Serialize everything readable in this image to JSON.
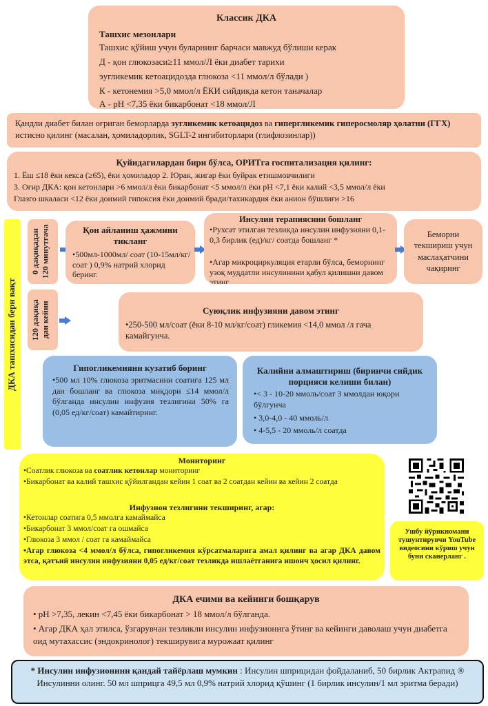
{
  "classic": {
    "title": "Классик ДКА",
    "criteria_head": "Ташхис мезонлари",
    "line1": "Ташхис қўйиш учун буларнинг барчаси мавжуд бўлиши керак",
    "line2": "Д - қон глюкозаси≥11 ммол/Л ёки диабет тарихи",
    "line3": "эугликемик кетоацидозда глюкоза <11 ммол/л бўлади )",
    "line4": "К - кетонемия >5,0 ммол/л ЁКИ сийдикда кетон таначалар",
    "line5": "А - рН <7,35 ёки бикарбонат <18 ммол/Л"
  },
  "exclude": {
    "text_a": "Қандли диабет билан оғриган беморларда ",
    "bold_a": "эугликемик кетоацидоз",
    "text_b": " ва ",
    "bold_b": "гипергликемик гиперосмоляр ҳолатни (ГГХ)",
    "text_c": " истисно қилинг (масалан, ҳомиладорлик, SGLT-2 ингибиторлари (глифлозинлар))"
  },
  "hospital": {
    "title": "Қуйидагилардан бири бўлса, ОРИТга госпитализация қилинг:",
    "l1": "1. Ёш ≤18 ёки кекса (≥65), ёки ҳомиладор 2. Юрак, жигар ёки буйрак етишмовчилиги",
    "l2": "3. Оғир ДКА: қон кетонлари >6 ммол/л ёки бикарбонат <5 ммол/л ёки рН <7,1 ёки калий <3,5 ммол/л ёки",
    "l3": "Глазго шкаласи <12 ёки доимий гипоксия ёки доимий бради/тахикардия ёки анион бўшлиғи >16"
  },
  "side_label": "ДКА ташхисидан бери вақт",
  "t1_label": "0 дақиқадан 120 минутгача",
  "t2_label": "120 дақиқа дан кейин",
  "fluid": {
    "title": "Қон айланиш ҳажмини тикланг",
    "body": "•500мл-1000мл/ соат (10-15мл/кг/ соат ) 0,9% натрий хлорид беринг."
  },
  "insulin": {
    "title": "Инсулин терапиясини бошланг",
    "b1": "•Рухсат этилган тезликда инсулин инфузияни 0,1-0,3 бирлик (ед)/кг/ соатда бошланг *",
    "b2": "•Агар микроциркуляция етарли бўлса, беморнинг узоқ муддатли инсулинини қабул қилишни давом этинг"
  },
  "senior": {
    "text": "Беморни текшириш учун маслаҳатчини чақиринг"
  },
  "continue": {
    "title": "Суюқлик инфузияни давом этинг",
    "body": "•250-500 мл/соат (ёки 8-10 мл/кг/соат) гликемия <14,0 ммол /л гача камайгунча."
  },
  "hypo": {
    "title": "Гипогликемияни кузатиб боринг",
    "body": "•500 мл 10% глюкоза эритмасини соатига 125 мл дан бошланг ва глюкоза миқдори ≤14 ммол/л бўлганда инсулин инфузия тезлигини 50% га (0,05 ед/кг/соат) камайтиринг."
  },
  "potassium": {
    "title": "Калийни алмаштириш (биринчи сийдик порцияси келиши билан)",
    "b1": "•< 3 - 10-20 ммоль/соат 3 ммолдан юқори бўлгунча",
    "b2": "• 3,0-4,0 - 40 ммоль/л",
    "b3": "• 4-5,5 - 20 ммоль/л соатда"
  },
  "monitor": {
    "title": "Мониторинг",
    "l1a": "•Соатлик глюкоза ва ",
    "l1b": "соатлик кетонлар",
    "l1c": " мониторинг",
    "l2": "•Бикарбонат ва калий ташхис қўйилгандан кейин 1 соат ва 2 соатдан кейин ва кейин 2 соатда",
    "sub": "Инфузион тезлигини текширинг, агар:",
    "s1": "•Кетонлар соатига 0,5 ммолга камаймайса",
    "s2": "•Бикарбонат 3 ммол/соат га ошмайса",
    "s3": "•Глюкоза 3 ммол / соат га камаймайса",
    "s4": "•Агар глюкоза <4 ммол/л бўлса, гипогликемия кўрсатмаларига амал қилинг ва агар ДКА давом этса, қатъий инсулин инфузияни 0,05 ед/кг/соат тезликда ишлаётганига ишонч ҳосил қилинг."
  },
  "qr_caption": "Ушбу йўрикномани тушунтирувчи YouTube видеосини кўриш учун буни сканерланг .",
  "resolution": {
    "title": "ДКА ечими ва кейинги бошқарув",
    "l1": "• рН >7,35, лекин <7,45 ёки бикарбонат > 18 ммол/л бўлганда.",
    "l2": "• Агар ДКА ҳал этилса, ўзгарувчан тезликли инсулин инфузионига ўтинг ва кейинги даволаш учун диабетга оид мутахассис (эндокринолог) текширувига мурожаат қилинг"
  },
  "footer": {
    "bold": "* Инсулин инфузионини қандай тайёрлаш мумкин",
    "text": " : Инсулин шприцидан фойдаланиб, 50 бирлик Актрапид ® Инсулинни олинг. 50 мл шприцга 49,5 мл 0,9% натрий хлорид қўшинг (1 бирлик инсулин/1 мл эритма беради)"
  },
  "colors": {
    "peach": "#f7c6ac",
    "blue": "#9bbfe4",
    "yellow": "#ffff3c",
    "arrow": "#4a7bd0"
  }
}
